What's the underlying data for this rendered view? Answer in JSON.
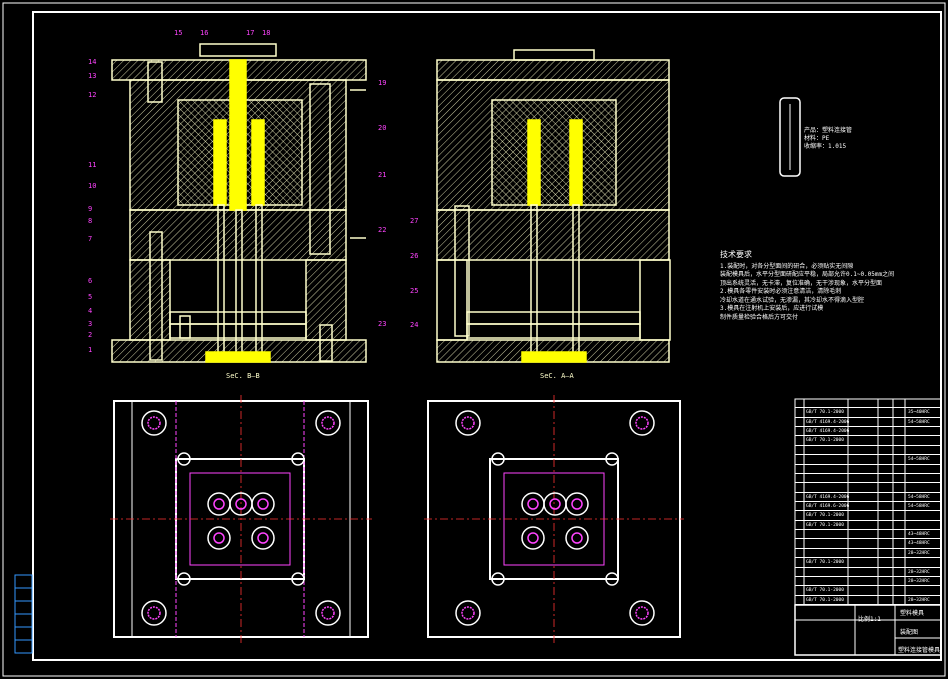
{
  "colors": {
    "outline": "#ffffff",
    "part": "#ffffcc",
    "cavity": "#ffff00",
    "label": "#ff44ff",
    "center": "#ff3333",
    "text": "#ffffff",
    "tbl": "#ffffff"
  },
  "sections": {
    "left_caption": "SeC. B—B",
    "right_caption": "SeC. A—A"
  },
  "part_numbers_left": [
    "14",
    "13",
    "12",
    "11",
    "10",
    "9",
    "8",
    "7",
    "6",
    "5",
    "4",
    "3",
    "2",
    "1"
  ],
  "part_numbers_top": [
    "15",
    "16",
    "17",
    "18"
  ],
  "part_numbers_right": [
    "19",
    "20",
    "21",
    "22",
    "23"
  ],
  "part_numbers_mid": [
    "27",
    "26",
    "25",
    "24"
  ],
  "product_note": {
    "line1": "产品：塑料连接管",
    "line2": "材料：PE",
    "line3": "收缩率：1.015"
  },
  "tech": {
    "title": "技术要求",
    "lines": [
      "1.装配时，对各分型面间的研合，必须贴实无间隙",
      "装配模具后，水平分型面研配应平稳，局部允许0.1~0.05mm之间",
      "顶出系统灵活，无卡滞，复位准确，无干涉现象，水平分型面",
      "2.模具各零件安装时必须注意清洁，清除毛刺",
      "冷却水道在通水试验，无渗漏，其冷却水不得滴入型腔",
      "3.模具在注射机上安装后，应进行试模",
      "制件质量检验合格后方可交付"
    ]
  },
  "bom_rows": [
    {
      "code": "",
      "std": "",
      "qty": "",
      "mat": ""
    },
    {
      "code": "GB/T 70.1-2000",
      "std": "",
      "qty": "",
      "mat": "35~40HRC"
    },
    {
      "code": "GB/T 4169.4-2006",
      "std": "",
      "qty": "",
      "mat": "54~58HRC"
    },
    {
      "code": "GB/T 4169.4-2006",
      "std": "",
      "qty": "",
      "mat": ""
    },
    {
      "code": "GB/T 70.1-2000",
      "std": "",
      "qty": "",
      "mat": ""
    },
    {
      "code": "",
      "std": "",
      "qty": "",
      "mat": ""
    },
    {
      "code": "",
      "std": "",
      "qty": "",
      "mat": "54~58HRC"
    },
    {
      "code": "",
      "std": "",
      "qty": "",
      "mat": ""
    },
    {
      "code": "",
      "std": "",
      "qty": "",
      "mat": ""
    },
    {
      "code": "",
      "std": "",
      "qty": "",
      "mat": ""
    },
    {
      "code": "GB/T 4169.4-2006",
      "std": "",
      "qty": "",
      "mat": "54~58HRC"
    },
    {
      "code": "GB/T 4169.6-2006",
      "std": "",
      "qty": "",
      "mat": "54~58HRC"
    },
    {
      "code": "GB/T 70.1-2000",
      "std": "",
      "qty": "",
      "mat": ""
    },
    {
      "code": "GB/T 70.1-2000",
      "std": "",
      "qty": "",
      "mat": ""
    },
    {
      "code": "",
      "std": "",
      "qty": "",
      "mat": "43~48HRC"
    },
    {
      "code": "",
      "std": "",
      "qty": "",
      "mat": "43~48HRC"
    },
    {
      "code": "",
      "std": "",
      "qty": "",
      "mat": "28~32HRC"
    },
    {
      "code": "GB/T 70.1-2000",
      "std": "",
      "qty": "",
      "mat": ""
    },
    {
      "code": "",
      "std": "",
      "qty": "",
      "mat": "28~32HRC"
    },
    {
      "code": "",
      "std": "",
      "qty": "",
      "mat": "28~32HRC"
    },
    {
      "code": "GB/T 70.1-2000",
      "std": "",
      "qty": "",
      "mat": ""
    },
    {
      "code": "GB/T 70.1-2000",
      "std": "",
      "qty": "",
      "mat": "28~32HRC"
    }
  ],
  "title_block": {
    "scale": "比例1:1",
    "school": "塑料模具",
    "name": "装配图",
    "part": "塑料连接管模具"
  },
  "revision_block": {
    "cells": [
      "",
      "",
      "",
      "",
      "",
      ""
    ]
  }
}
